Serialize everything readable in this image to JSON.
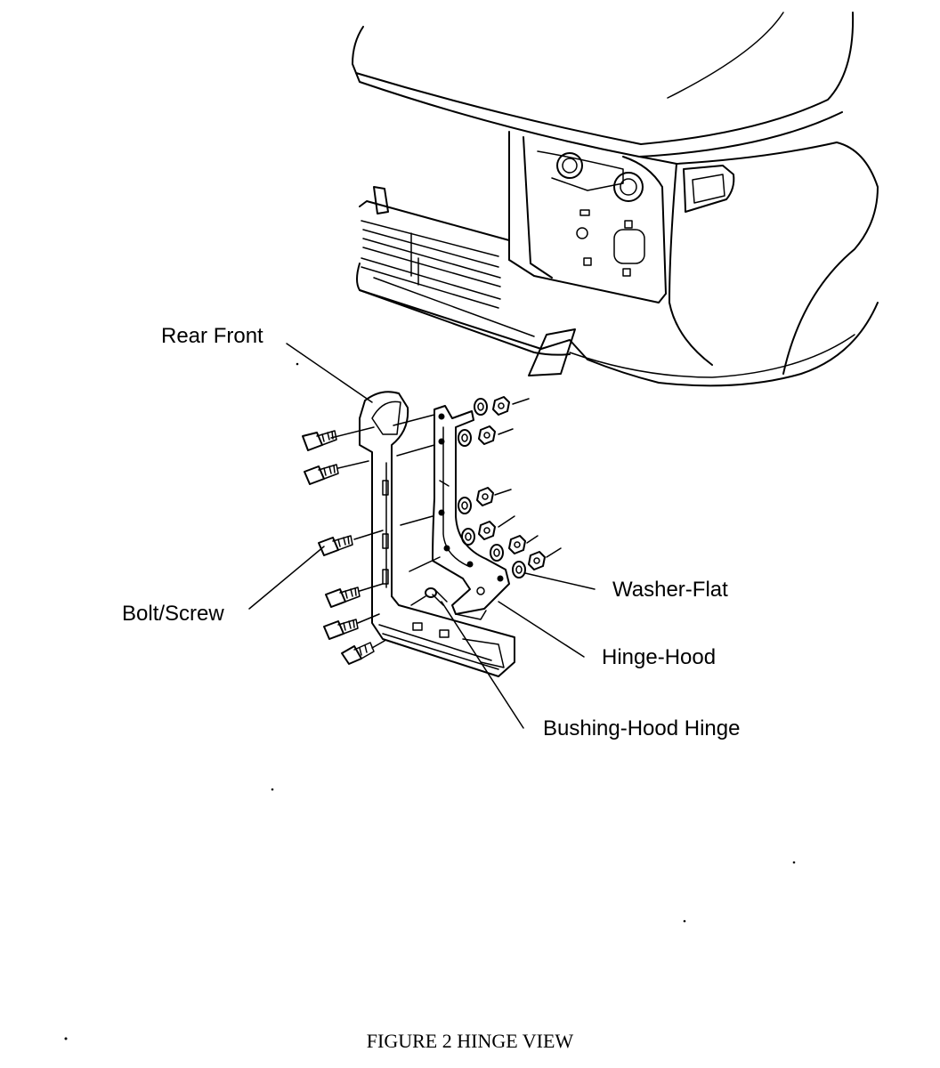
{
  "labels": {
    "rear_front": "Rear Front",
    "bolt_screw": "Bolt/Screw",
    "washer_flat": "Washer-Flat",
    "hinge_hood": "Hinge-Hood",
    "bushing_hood_hinge": "Bushing-Hood Hinge"
  },
  "caption": "FIGURE 2 HINGE VIEW"
}
